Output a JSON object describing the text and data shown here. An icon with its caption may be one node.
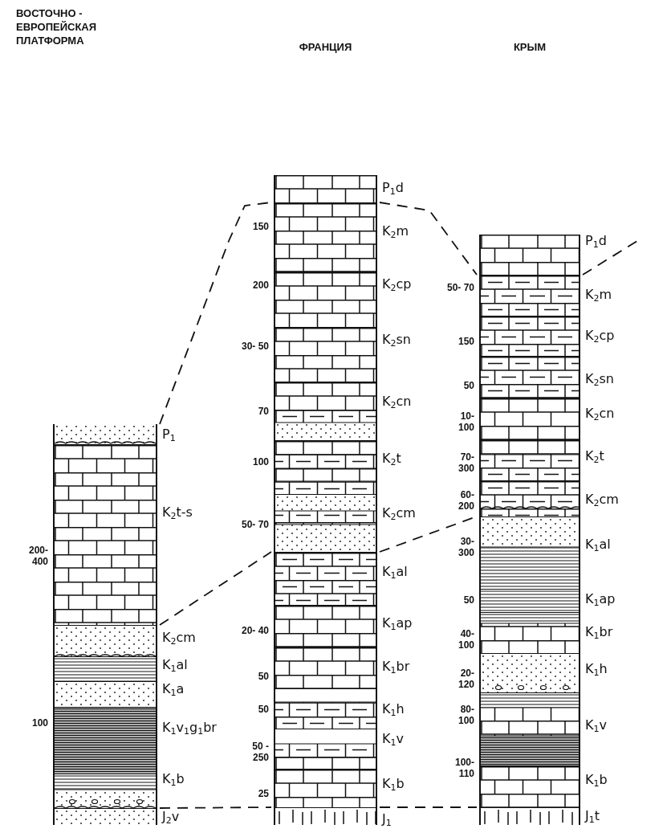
{
  "diagram": {
    "nodes": [
      {
        "text": [],
        "shape": "column"
      },
      {
        "text": [],
        "shape": "band",
        "in": 0,
        "beside": [
          "P$_{1}$"
        ]
      },
      {
        "text": [],
        "shape": "band",
        "in": 0,
        "beside": [
          "K$_{2}$t-s",
          "200- 400"
        ]
      },
      {
        "text": [],
        "shape": "band",
        "in": 0,
        "beside": [
          "K$_{2}$cm"
        ]
      },
      {
        "text": [],
        "shape": "band",
        "in": 0,
        "beside": [
          "K$_{1}$al"
        ]
      },
      {
        "text": [],
        "shape": "band",
        "in": 0,
        "beside": [
          "K$_{1}$a"
        ]
      },
      {
        "text": [],
        "shape": "band",
        "in": 0,
        "beside": [
          "K$_{1}$v$_{1}$g$_{1}$br",
          "100"
        ]
      },
      {
        "text": [],
        "shape": "band",
        "in": 0,
        "beside": [
          "K$_{1}$b"
        ]
      },
      {
        "text": [],
        "shape": "band",
        "in": 0,
        "beside": [
          "J$_{2}$v"
        ]
      },
      {
        "text": [],
        "shape": "column"
      },
      {
        "text": [],
        "shape": "band",
        "in": 9,
        "beside": [
          "P$_{1}$d"
        ]
      },
      {
        "text": [],
        "shape": "band",
        "in": 9,
        "beside": [
          "K$_{2}$m",
          "150"
        ]
      },
      {
        "text": [],
        "shape": "band",
        "in": 9,
        "beside": [
          "K$_{2}$cp",
          "200"
        ]
      },
      {
        "text": [],
        "shape": "band",
        "in": 9,
        "beside": [
          "K$_{2}$sn",
          "30- 50"
        ]
      },
      {
        "text": [],
        "shape": "band",
        "in": 9,
        "beside": [
          "K$_{2}$cn",
          "70"
        ]
      },
      {
        "text": [],
        "shape": "band",
        "in": 9,
        "beside": [
          "K$_{2}$t",
          "100"
        ]
      },
      {
        "text": [],
        "shape": "band",
        "in": 9,
        "beside": [
          "K$_{2}$cm",
          "50- 70"
        ]
      },
      {
        "text": [],
        "shape": "band",
        "in": 9,
        "beside": [
          "K$_{1}$al"
        ]
      },
      {
        "text": [],
        "shape": "band",
        "in": 9,
        "beside": [
          "K$_{1}$ap",
          "20- 40"
        ]
      },
      {
        "text": [],
        "shape": "band",
        "in": 9,
        "beside": [
          "K$_{1}$br",
          "50"
        ]
      },
      {
        "text": [],
        "shape": "band",
        "in": 9,
        "beside": [
          "K$_{1}$h",
          "50"
        ]
      },
      {
        "text": [],
        "shape": "band",
        "in": 9,
        "beside": [
          "K$_{1}$v",
          "50 - 250"
        ]
      },
      {
        "text": [],
        "shape": "band",
        "in": 9,
        "beside": [
          "K$_{1}$b",
          "25"
        ]
      },
      {
        "text": [],
        "shape": "band",
        "in": 9,
        "beside": [
          "J$_{1}$"
        ]
      },
      {
        "text": [],
        "shape": "column"
      },
      {
        "text": [],
        "shape": "band",
        "in": 24,
        "beside": [
          "P$_{1}$d"
        ]
      },
      {
        "text": [],
        "shape": "band",
        "in": 24,
        "beside": [
          "K$_{2}$m",
          "50- 70"
        ]
      },
      {
        "text": [],
        "shape": "band",
        "in": 24,
        "beside": [
          "K$_{2}$cp",
          "150"
        ]
      },
      {
        "text": [],
        "shape": "band",
        "in": 24,
        "beside": [
          "K$_{2}$sn",
          "50"
        ]
      },
      {
        "text": [],
        "shape": "band",
        "in": 24,
        "beside": [
          "K$_{2}$cn",
          "10- 100"
        ]
      },
      {
        "text": [],
        "shape": "band",
        "in": 24,
        "beside": [
          "K$_{2}$t",
          "70- 300"
        ]
      },
      {
        "text": [],
        "shape": "band",
        "in": 24,
        "beside": [
          "K$_{2}$cm",
          "60- 200"
        ]
      },
      {
        "text": [],
        "shape": "band",
        "in": 24,
        "beside": [
          "K$_{1}$al",
          "30- 300"
        ]
      },
      {
        "text": [],
        "shape": "band",
        "in": 24,
        "beside": [
          "K$_{1}$ap",
          "50"
        ]
      },
      {
        "text": [],
        "shape": "band",
        "in": 24,
        "beside": [
          "K$_{1}$br",
          "40- 100"
        ]
      },
      {
        "text": [],
        "shape": "band",
        "in": 24,
        "beside": [
          "K$_{1}$h",
          "20- 120"
        ]
      },
      {
        "text": [],
        "shape": "band",
        "in": 24,
        "beside": [
          "K$_{1}$v",
          "80- 100"
        ]
      },
      {
        "text": [],
        "shape": "band",
        "in": 24,
        "beside": [
          "K$_{1}$b",
          "100- 110"
        ]
      },
      {
        "text": [],
        "shape": "band",
        "in": 24,
        "beside": [
          "J$_{1}$t"
        ]
      }
    ],
    "edges": [
      {
        "from": 1,
        "to": 11,
        "arrow": "none",
        "style": "dashed"
      },
      {
        "from": 11,
        "to": 26,
        "arrow": "none",
        "style": "dashed"
      },
      {
        "from": 26,
        "to": null,
        "arrow": "none",
        "style": "dashed"
      },
      {
        "from": 3,
        "to": 17,
        "arrow": "none",
        "style": "dashed"
      },
      {
        "from": 17,
        "to": 32,
        "arrow": "none",
        "style": "dashed"
      },
      {
        "from": 8,
        "to": 23,
        "arrow": "none",
        "style": "dashed"
      },
      {
        "from": 23,
        "to": 38,
        "arrow": "none",
        "style": "dashed"
      }
    ],
    "labels": [
      "ВОСТОЧНО - ЕВРОПЕЙСКАЯ ПЛАТФОРМА",
      "ФРАНЦИЯ",
      "КРЫМ"
    ]
  }
}
